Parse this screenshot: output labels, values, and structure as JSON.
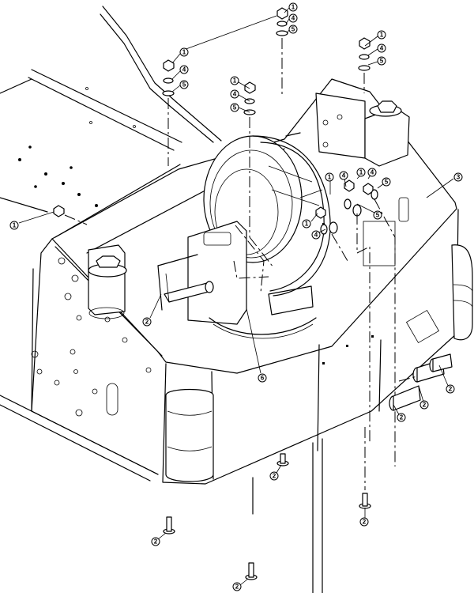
{
  "diagram": {
    "callouts": [
      {
        "number": "1",
        "part": "nut"
      },
      {
        "number": "2",
        "part": "bolt"
      },
      {
        "number": "3",
        "part": "housing"
      },
      {
        "number": "4",
        "part": "lock-washer"
      },
      {
        "number": "5",
        "part": "flat-washer"
      },
      {
        "number": "6",
        "part": "drive-unit"
      }
    ]
  }
}
